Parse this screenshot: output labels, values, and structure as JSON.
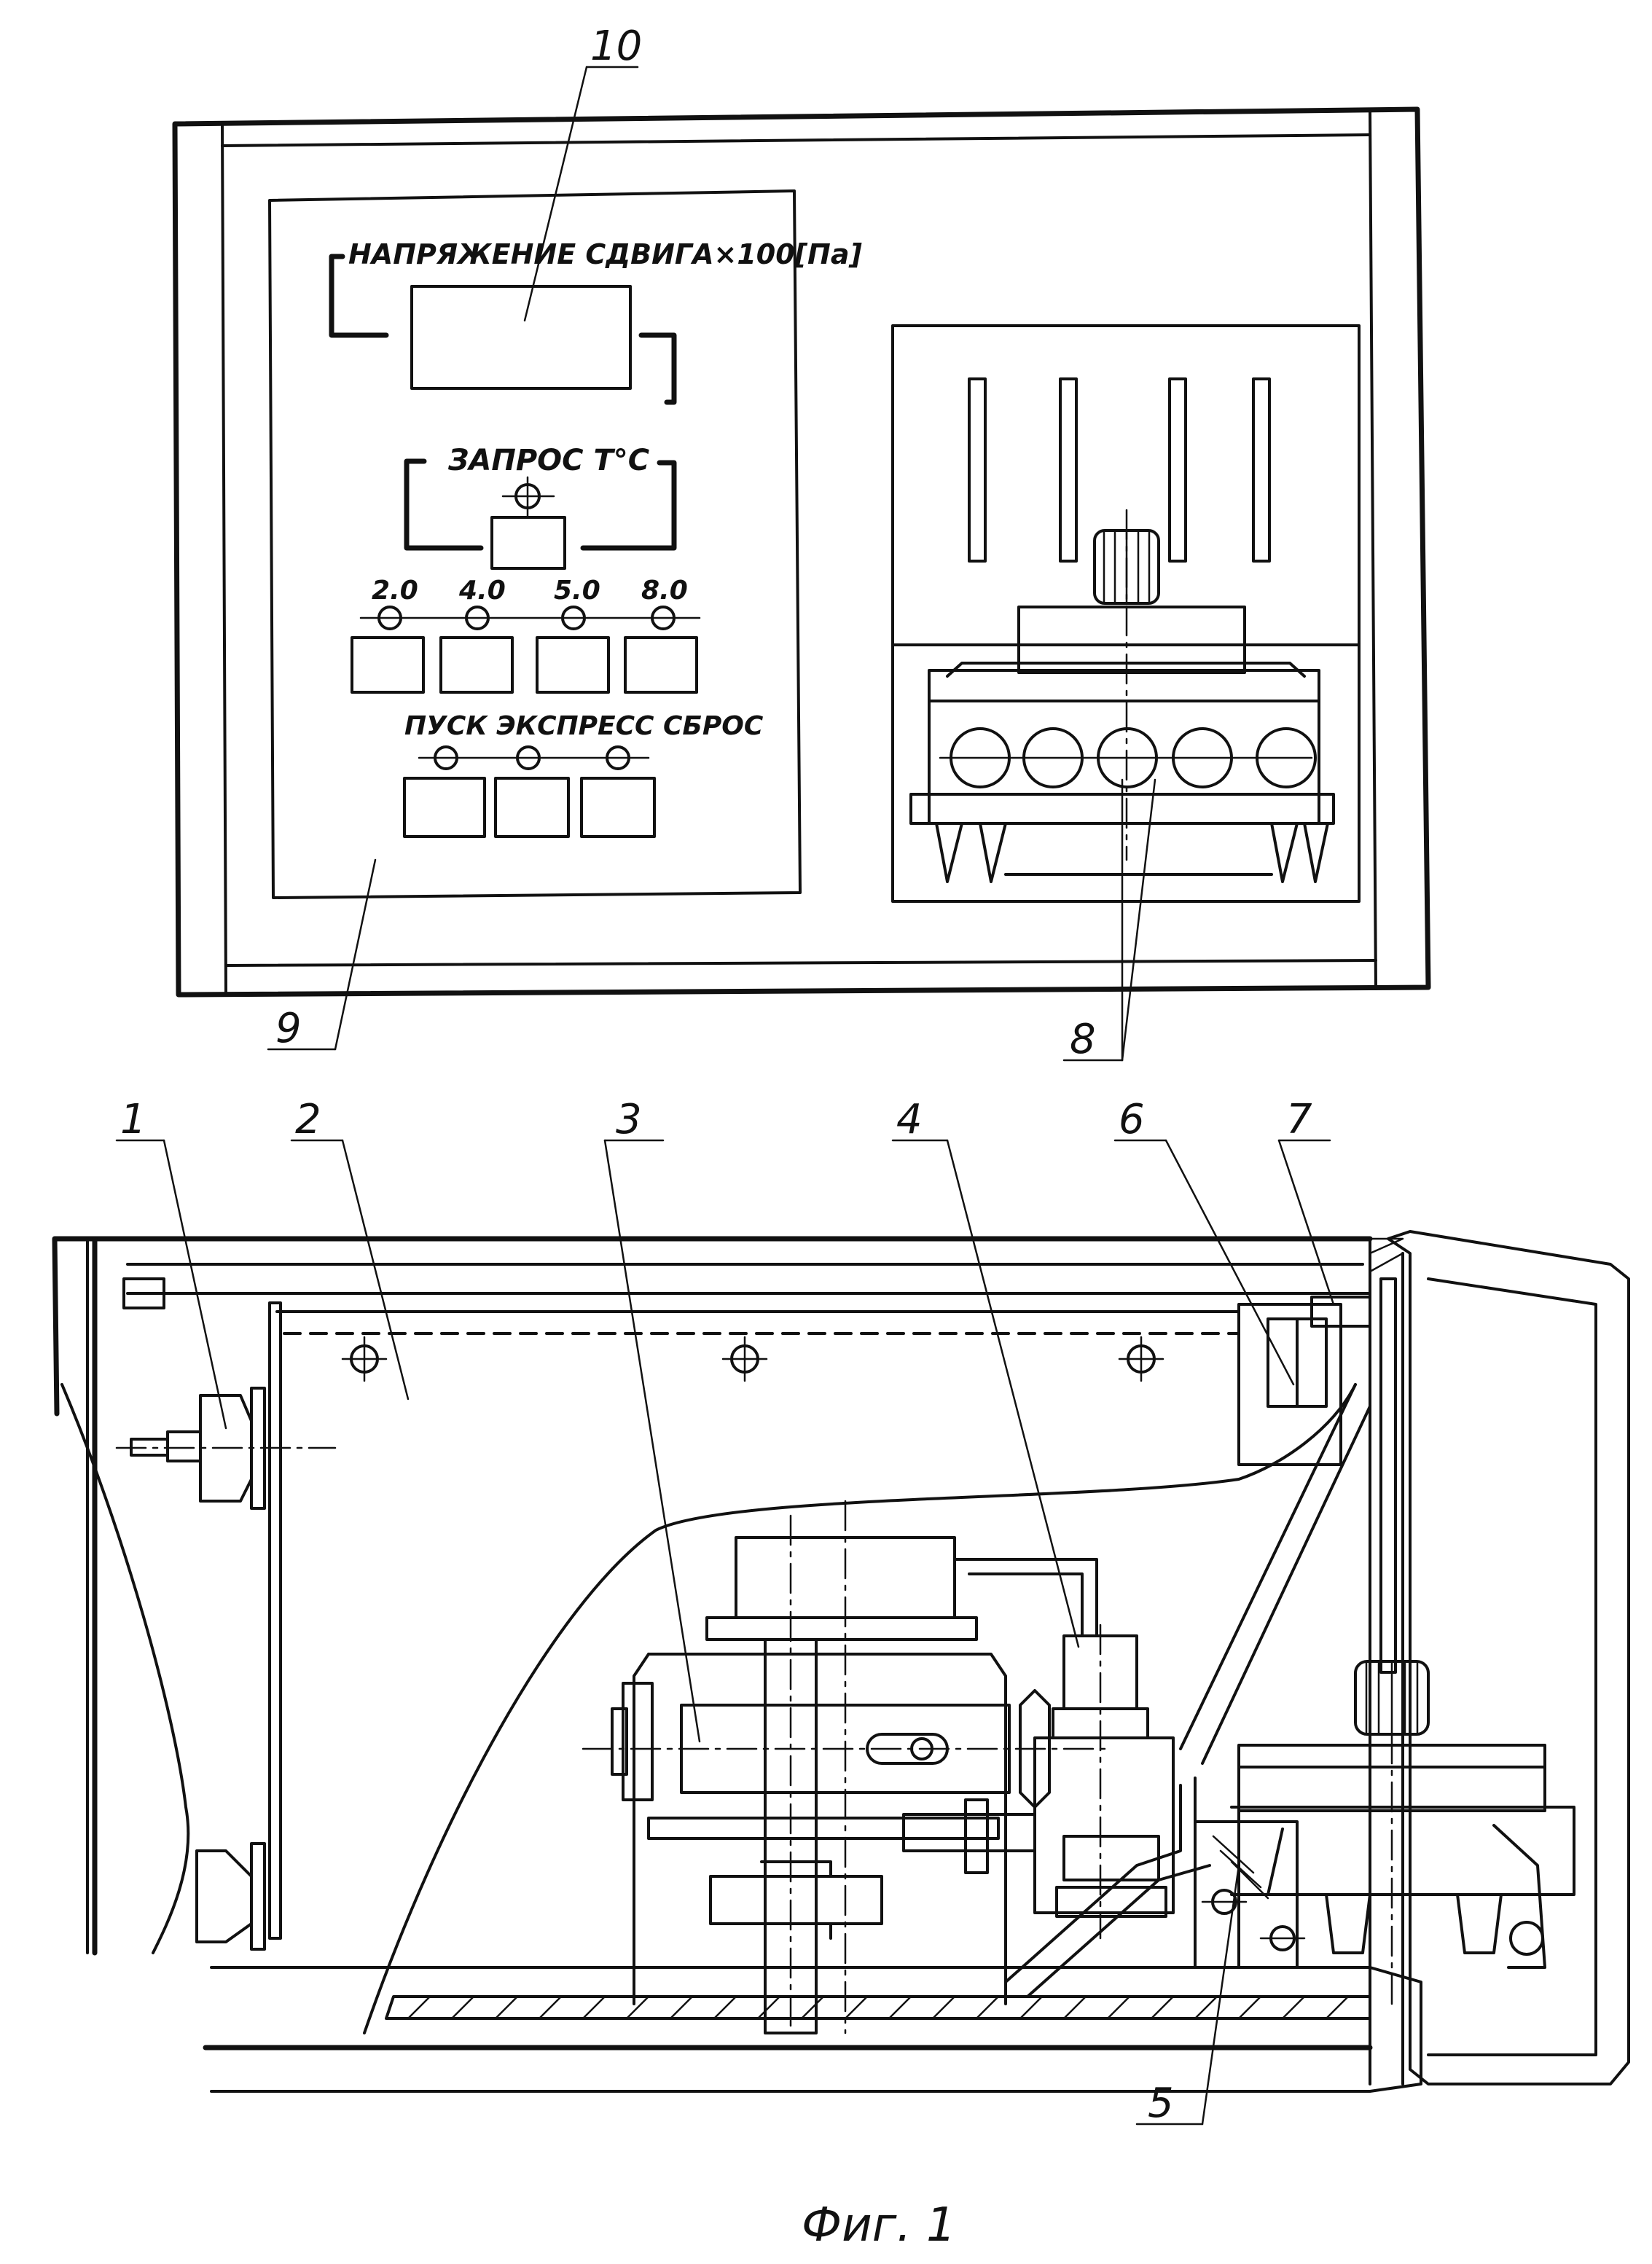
{
  "panel": {
    "title": "НАПРЯЖЕНИЕ СДВИГА×100[Па]",
    "query": "ЗАПРОС T°C",
    "speeds": [
      "2.0",
      "4.0",
      "5.0",
      "8.0"
    ],
    "actions": "ПУСК ЭКСПРЕСС СБРОС"
  },
  "labels": {
    "l1": "1",
    "l2": "2",
    "l3": "3",
    "l4": "4",
    "l5": "5",
    "l6": "6",
    "l7": "7",
    "l8": "8",
    "l9": "9",
    "l10": "10"
  },
  "caption": "Фиг. 1"
}
